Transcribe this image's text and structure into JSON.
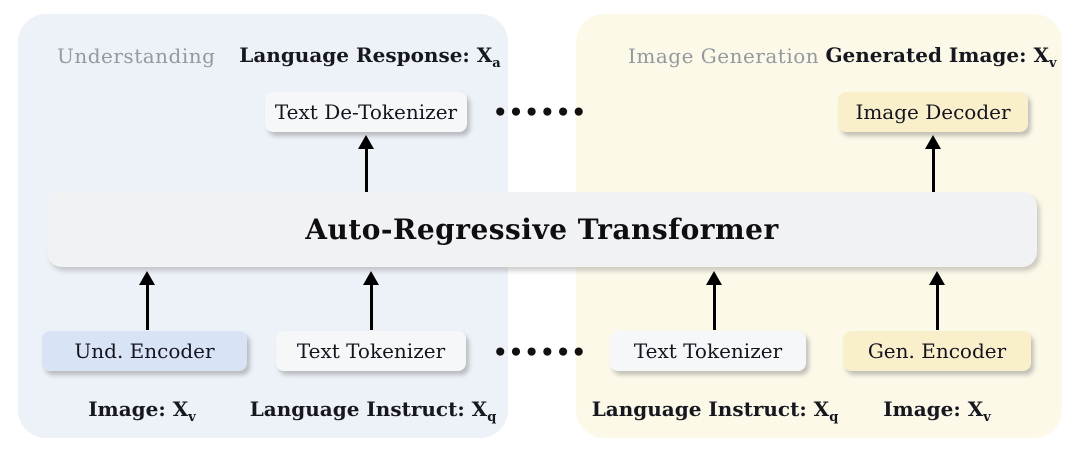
{
  "figure": {
    "type": "architecture-diagram",
    "transformer_label": "Auto-Regressive Transformer"
  },
  "colors": {
    "page_bg": "#ffffff",
    "understanding_panel_bg": "#edf1f8",
    "generation_panel_bg": "#fcf9e9",
    "transformer_bg": "#f1f2f3",
    "understanding_encoder_bg": "#d8e4f6",
    "generation_box_bg": "#f9efcb",
    "neutral_box_bg": "#f6f7f8",
    "panel_title_gray": "#94999f",
    "text_dark": "#14141e",
    "arrow_black": "#000000"
  },
  "panels": {
    "understanding": {
      "title": "Understanding",
      "top_label": {
        "text": "Language Response: X",
        "sub": "a"
      },
      "detokenizer_box": "Text De-Tokenizer",
      "encoder_box": "Und. Encoder",
      "tokenizer_box": "Text Tokenizer",
      "input_labels": [
        {
          "text": "Image: X",
          "sub": "v"
        },
        {
          "text": "Language Instruct: X",
          "sub": "q"
        }
      ]
    },
    "generation": {
      "title": "Image Generation",
      "top_label": {
        "text": "Generated Image: X",
        "sub": "v"
      },
      "decoder_box": "Image Decoder",
      "tokenizer_box": "Text Tokenizer",
      "encoder_box": "Gen. Encoder",
      "input_labels": [
        {
          "text": "Language Instruct: X",
          "sub": "q"
        },
        {
          "text": "Image: X",
          "sub": "v"
        }
      ]
    }
  },
  "ellipsis": {
    "top": "••••••",
    "bottom": "••••••"
  }
}
